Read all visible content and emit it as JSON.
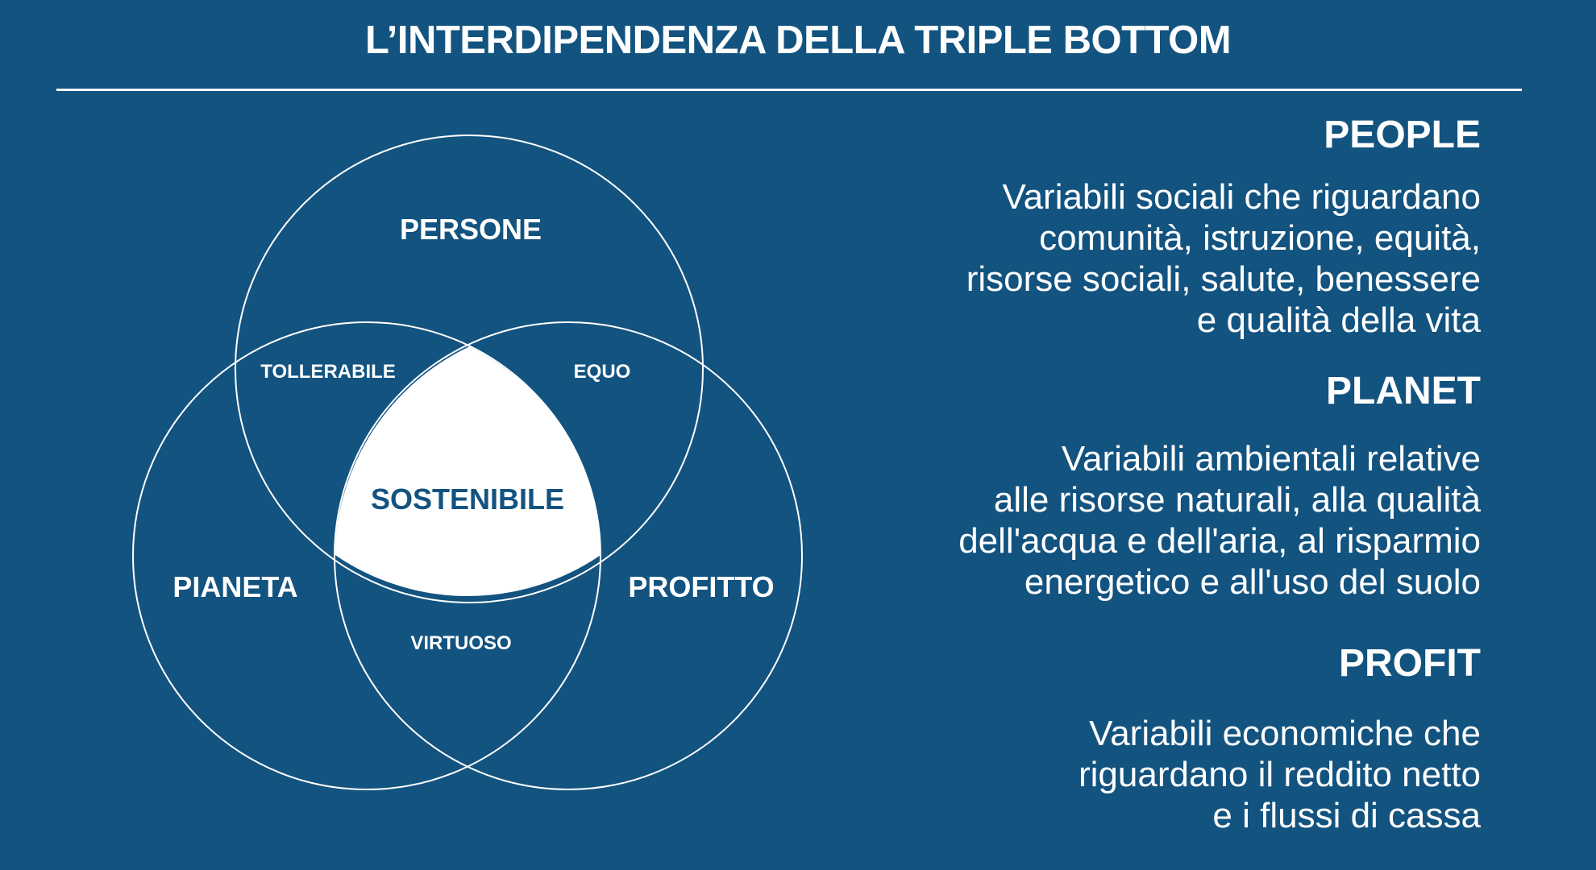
{
  "title": "L’INTERDIPENDENZA DELLA TRIPLE BOTTOM",
  "colors": {
    "background": "#135380",
    "foreground": "#ffffff"
  },
  "venn": {
    "circles": {
      "top": "PERSONE",
      "left": "PIANETA",
      "right": "PROFITTO"
    },
    "overlaps": {
      "top_left": "TOLLERABILE",
      "top_right": "EQUO",
      "bottom": "VIRTUOSO",
      "center": "SOSTENIBILE"
    }
  },
  "sections": [
    {
      "heading": "PEOPLE",
      "text": "Variabili sociali che riguardano\ncomunità, istruzione, equità,\nrisorse sociali, salute, benessere\ne qualità della vita"
    },
    {
      "heading": "PLANET",
      "text": "Variabili ambientali relative\nalle risorse naturali, alla qualità\ndell'acqua e dell'aria, al risparmio\nenergetico e all'uso del suolo"
    },
    {
      "heading": "PROFIT",
      "text": "Variabili economiche che\nriguardano il reddito netto\ne i flussi di cassa"
    }
  ]
}
